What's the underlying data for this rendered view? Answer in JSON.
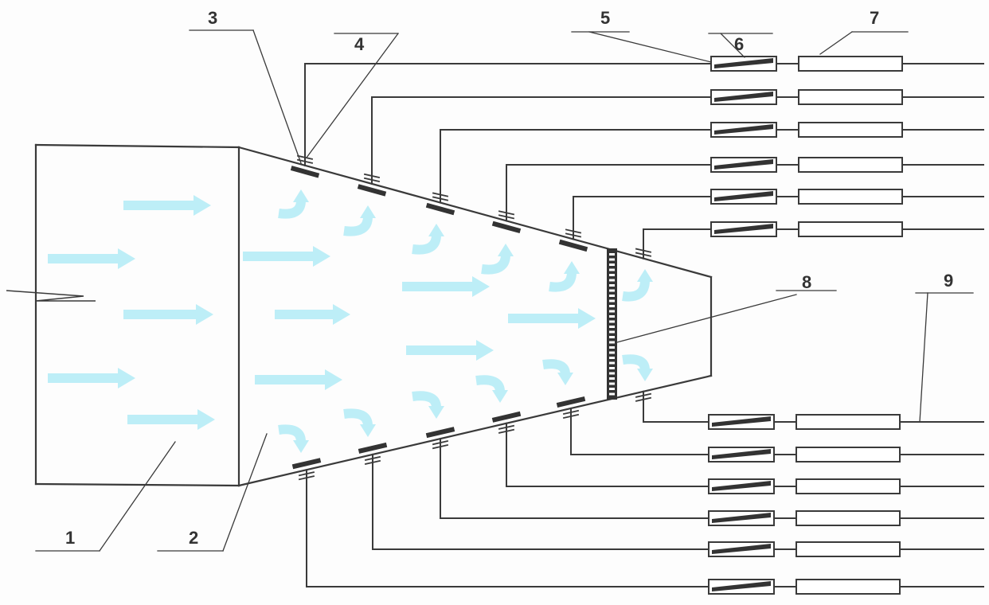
{
  "labels": [
    "1",
    "2",
    "3",
    "4",
    "5",
    "6",
    "7",
    "8",
    "9"
  ],
  "colors": {
    "line": "#3a3a3a",
    "plate": "#333333",
    "flow": "#bdeef7"
  }
}
